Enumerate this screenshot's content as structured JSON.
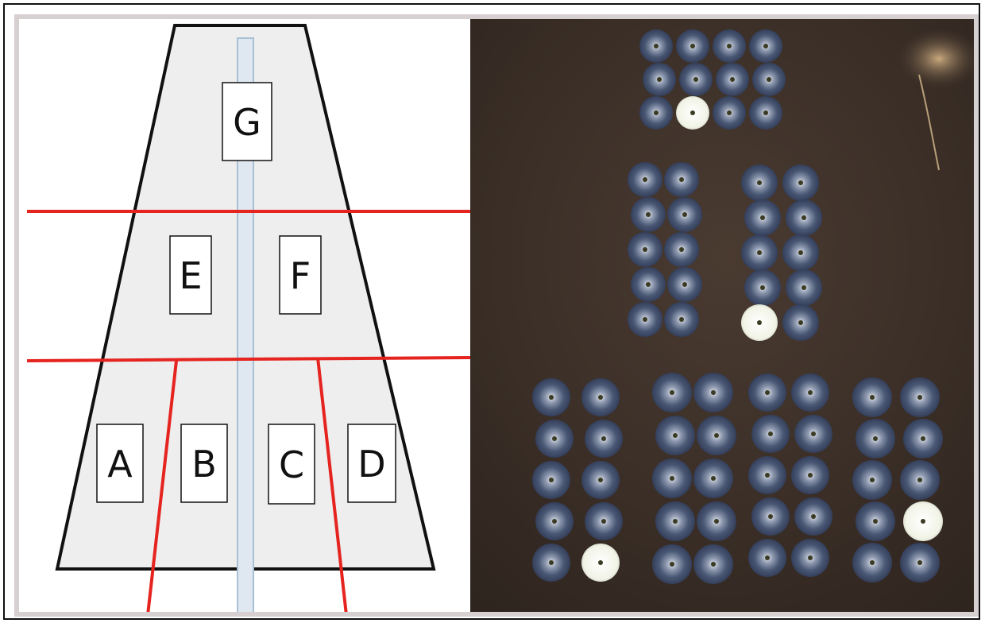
{
  "diagram": {
    "labels": {
      "G": "G",
      "E": "E",
      "F": "F",
      "A": "A",
      "B": "B",
      "C": "C",
      "D": "D"
    }
  },
  "photo": {
    "ground_color": "#3a2e27",
    "fruit_color": "#3f4d68",
    "core_color": "#c7ccd6"
  },
  "colors": {
    "divider": "#e52420",
    "outline": "#111111",
    "plot_fill": "#eeeeee",
    "center_strip": "#c2d2e0"
  }
}
